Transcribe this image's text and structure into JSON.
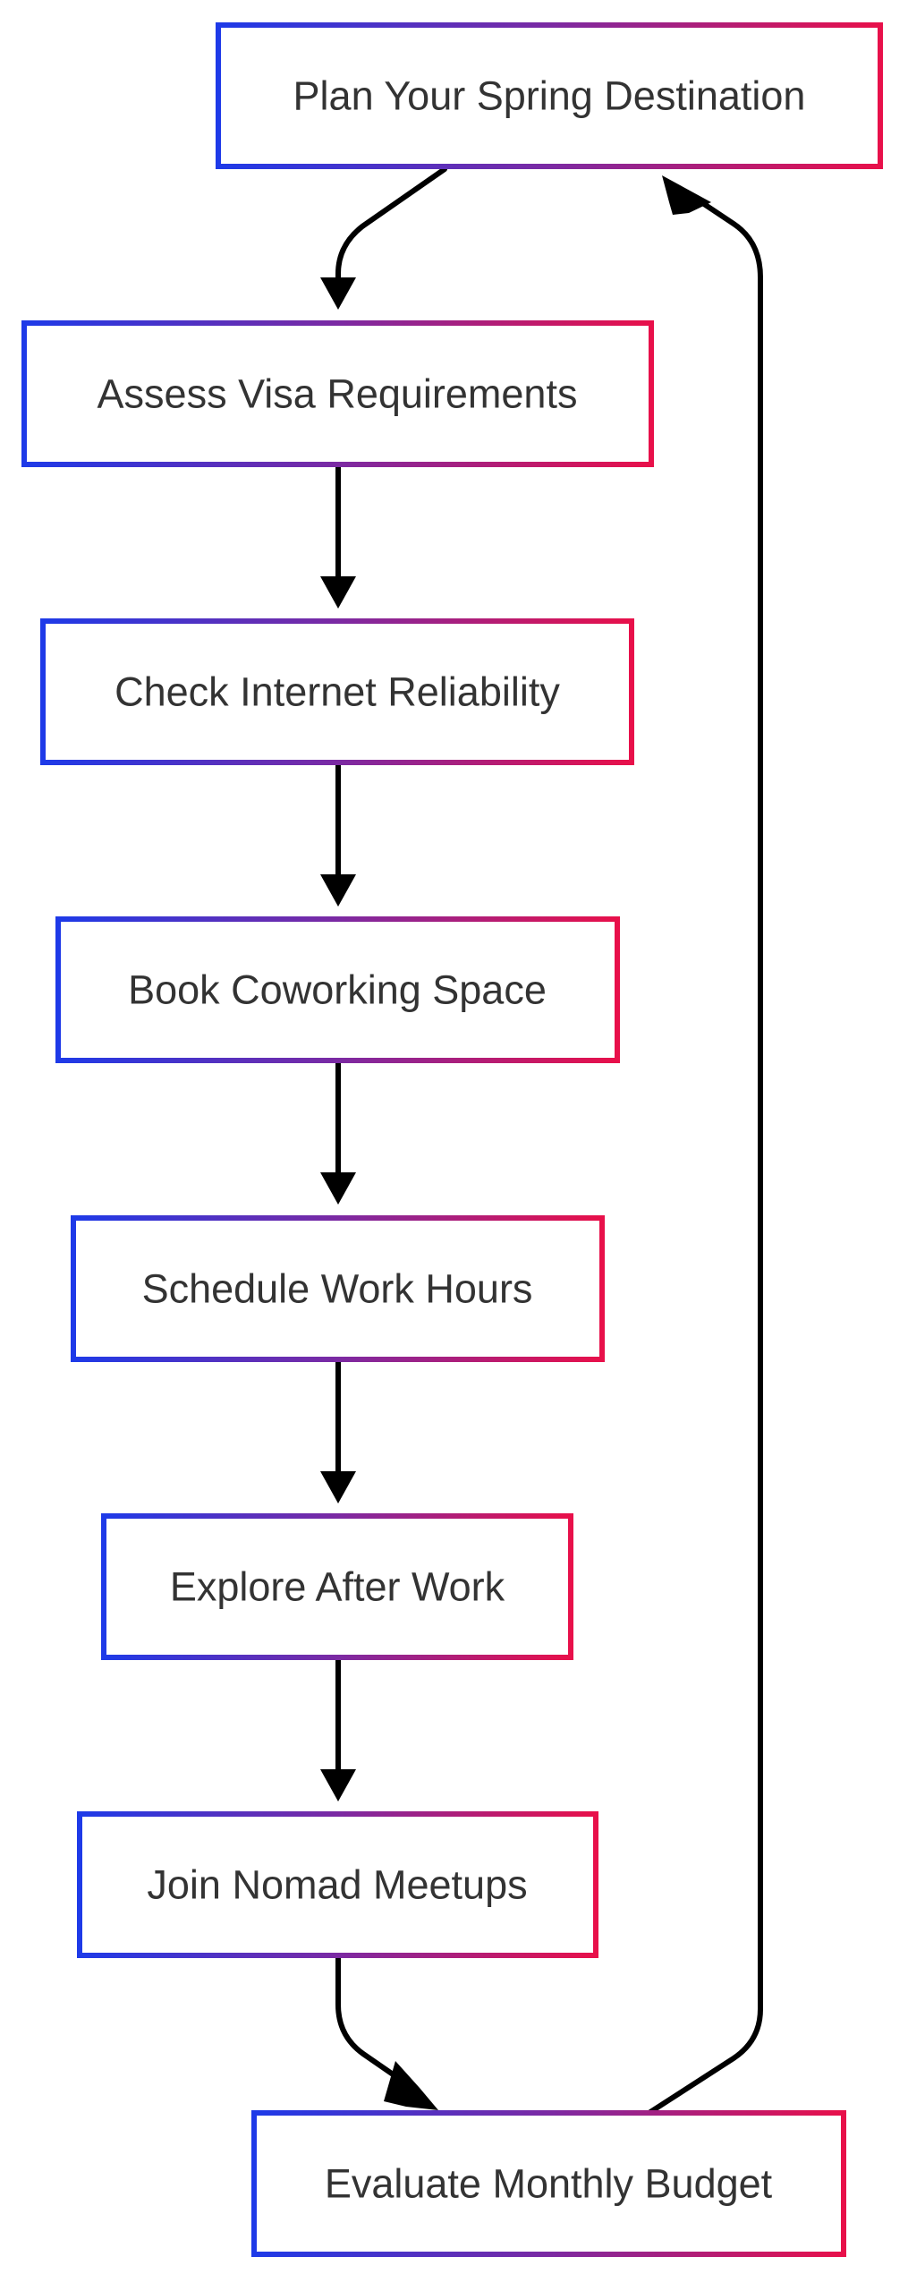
{
  "diagram": {
    "type": "flowchart",
    "colors": {
      "border_start": "#1e3ae8",
      "border_mid": "#7b2aa3",
      "border_end": "#e8104a",
      "text": "#333333",
      "edge": "#000000",
      "fill": "#ffffff"
    },
    "nodes": [
      {
        "id": "plan",
        "label": "Plan Your Spring Destination"
      },
      {
        "id": "visa",
        "label": "Assess Visa Requirements"
      },
      {
        "id": "internet",
        "label": "Check Internet Reliability"
      },
      {
        "id": "coworking",
        "label": "Book Coworking Space"
      },
      {
        "id": "schedule",
        "label": "Schedule Work Hours"
      },
      {
        "id": "explore",
        "label": "Explore After Work"
      },
      {
        "id": "meetups",
        "label": "Join Nomad Meetups"
      },
      {
        "id": "budget",
        "label": "Evaluate Monthly Budget"
      }
    ],
    "edges": [
      {
        "from": "plan",
        "to": "visa"
      },
      {
        "from": "visa",
        "to": "internet"
      },
      {
        "from": "internet",
        "to": "coworking"
      },
      {
        "from": "coworking",
        "to": "schedule"
      },
      {
        "from": "schedule",
        "to": "explore"
      },
      {
        "from": "explore",
        "to": "meetups"
      },
      {
        "from": "meetups",
        "to": "budget"
      },
      {
        "from": "budget",
        "to": "plan"
      }
    ]
  }
}
